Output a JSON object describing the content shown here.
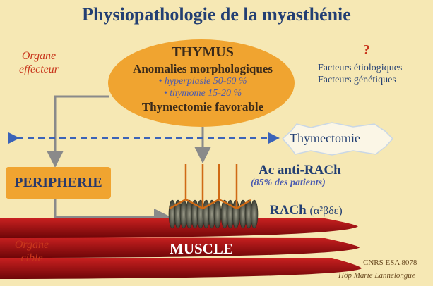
{
  "title": "Physiopathologie de la myasthénie",
  "left_labels": {
    "effecteur": [
      "Organe",
      "effecteur"
    ],
    "cible": [
      "Organe",
      "cible"
    ]
  },
  "thymus": {
    "heading": "THYMUS",
    "subtitle": "Anomalies morphologiques",
    "bullets": [
      "• hyperplasie 50-60 %",
      "• thymome 15-20 %"
    ],
    "conclusion": "Thymectomie favorable"
  },
  "factors": {
    "question": "?",
    "items": [
      "Facteurs étiologiques",
      "Facteurs génétiques"
    ]
  },
  "thymectomie_label": "Thymectomie",
  "peripherie_label": "PERIPHERIE",
  "antibody": {
    "label": "Ac anti-RACh",
    "note": "(85% des patients)"
  },
  "receptor": {
    "label": "RACh",
    "subunits": "(α²βδε)"
  },
  "muscle_label": "MUSCLE",
  "credits": [
    "CNRS ESA 8078",
    "Hôp Marie Lannelongue"
  ],
  "colors": {
    "background": "#f6e8b4",
    "orange": "#f0a430",
    "muscle": "#a50f12",
    "title": "#233f73",
    "dashed": "#3b63b8"
  }
}
